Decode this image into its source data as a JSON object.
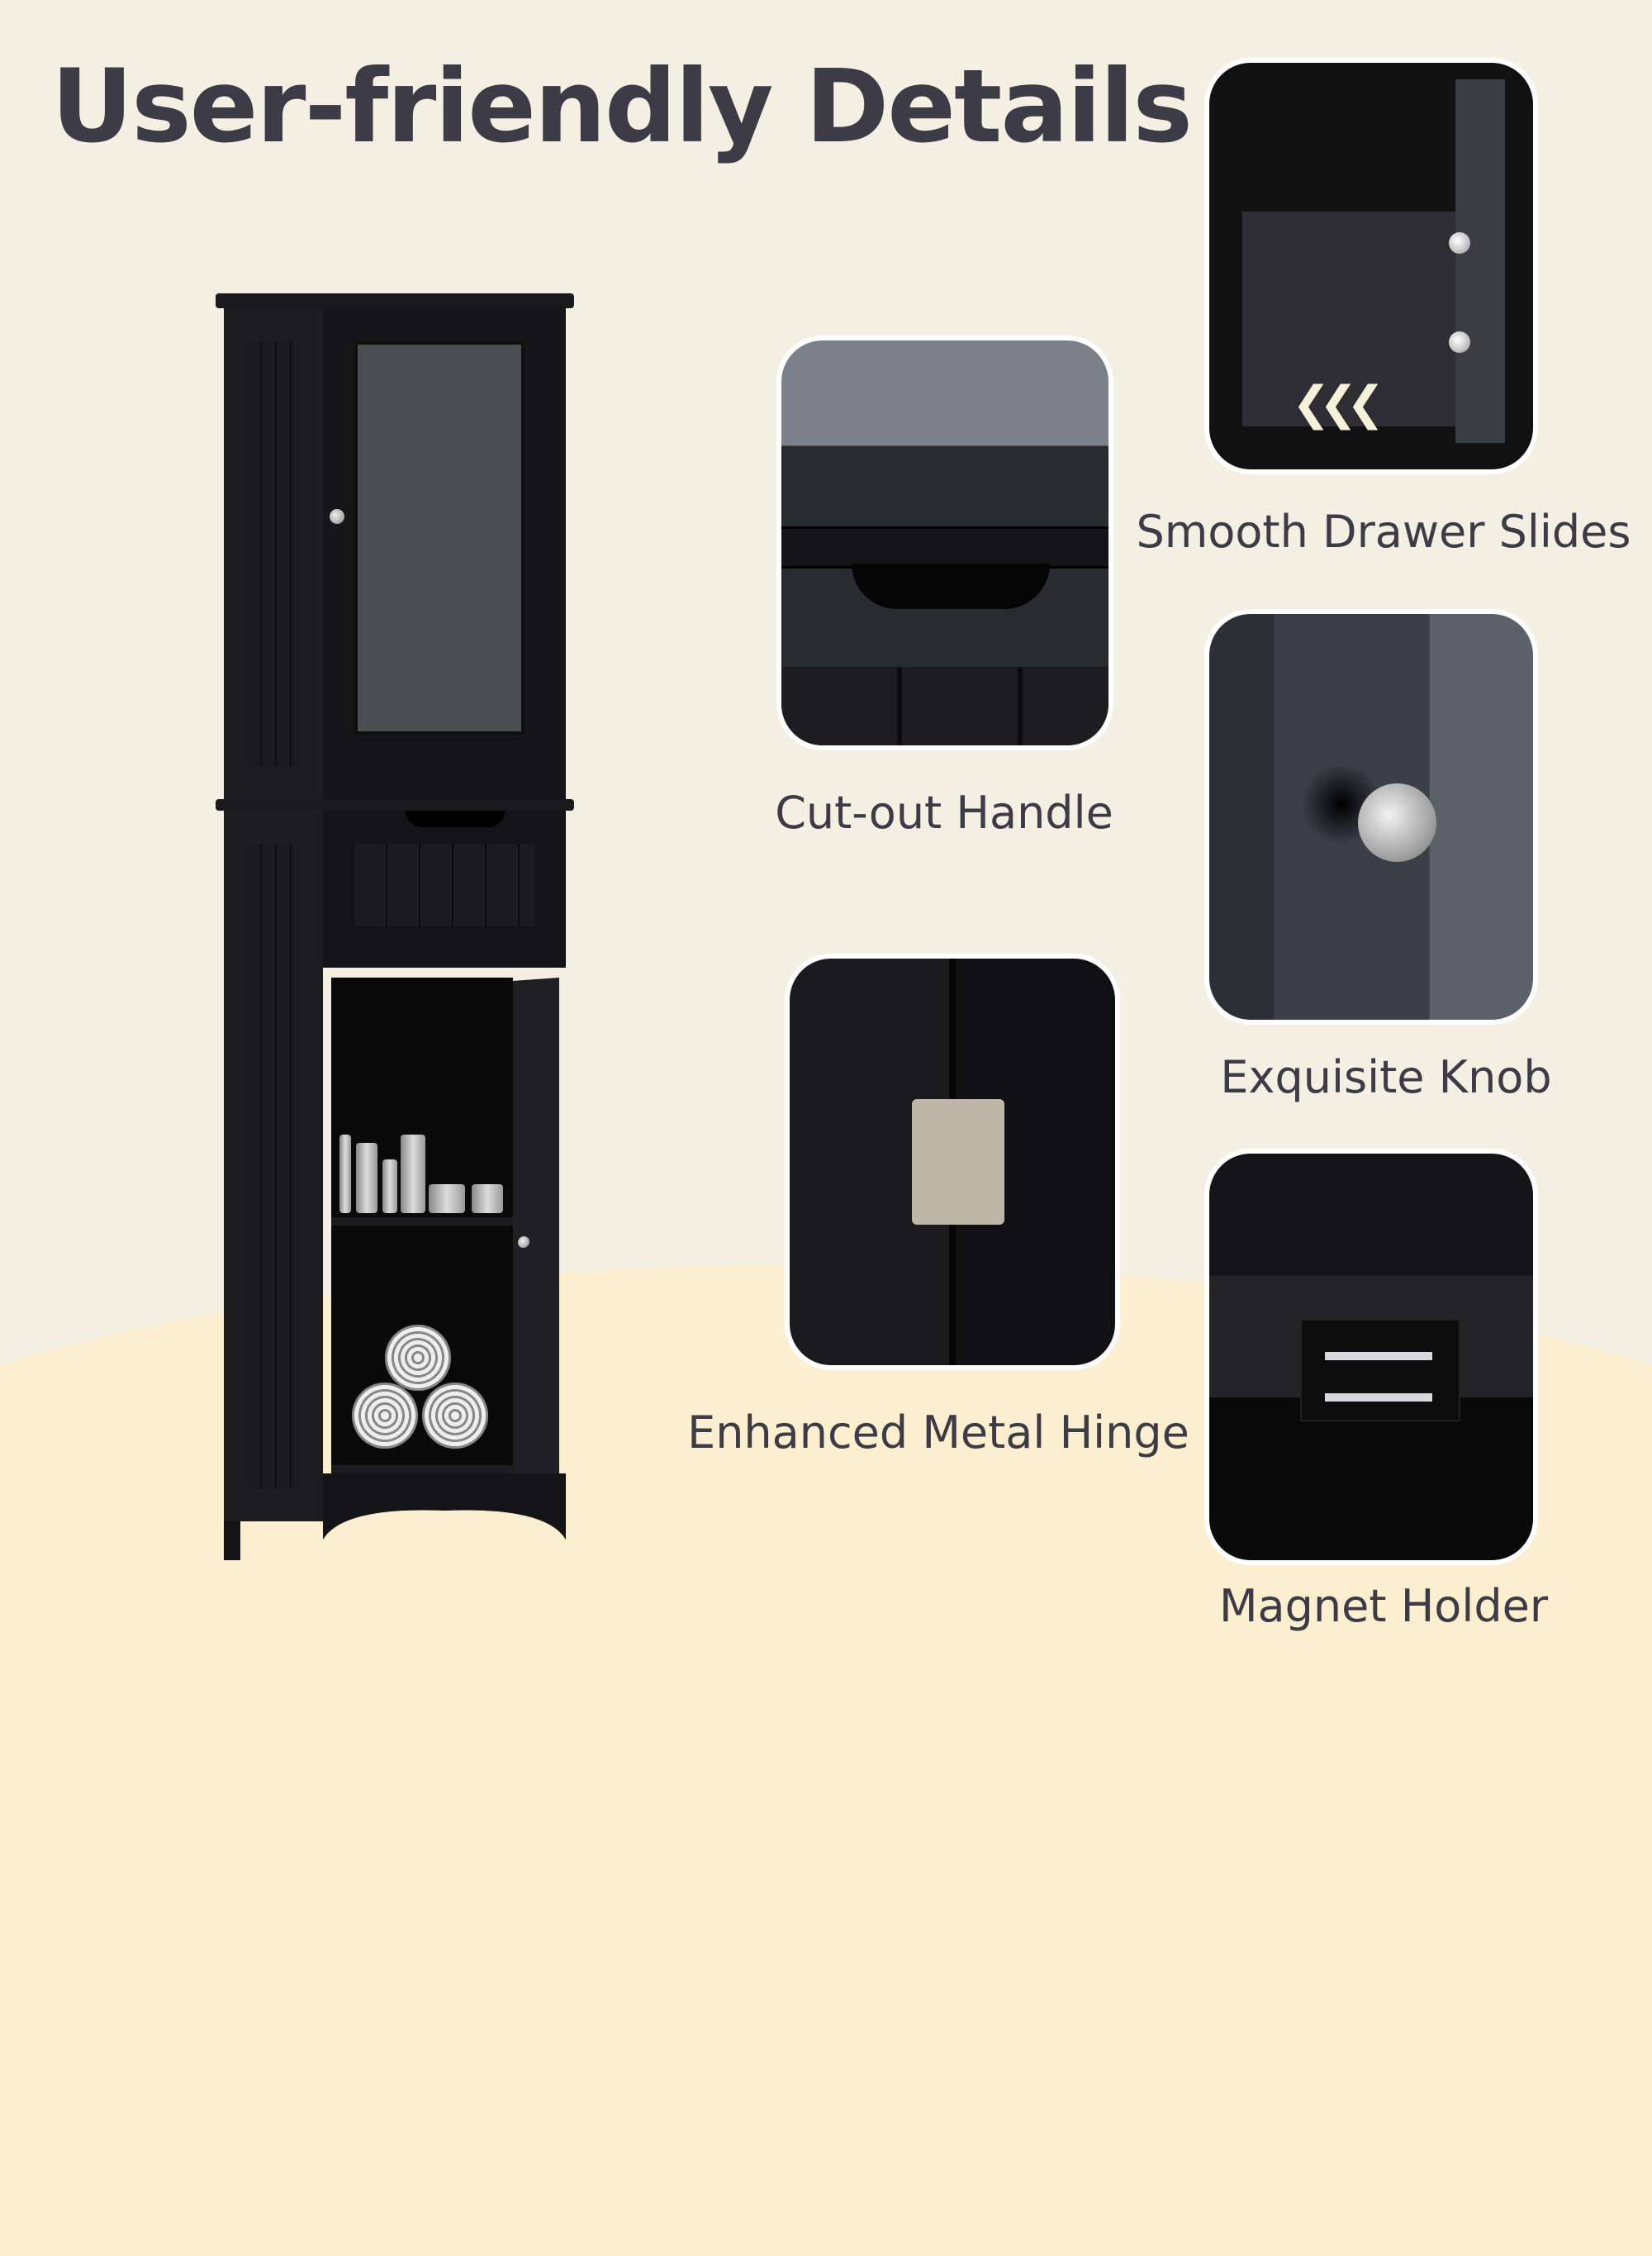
{
  "page": {
    "title": "User-friendly Details",
    "colors": {
      "background": "#f3efe3",
      "wave": "#fcefd0",
      "text": "#3c3b46",
      "panel_border": "#ffffff",
      "cabinet": "#161618"
    }
  },
  "product": {
    "name": "tall black bathroom cabinet",
    "features": [
      "frosted glass door",
      "drawer with cut-out handle",
      "open-door lower cabinet with adjustable shelf"
    ]
  },
  "features": [
    {
      "id": "drawer-slides",
      "label": "Smooth Drawer Slides",
      "icon": "arrows-left-icon"
    },
    {
      "id": "cutout-handle",
      "label": "Cut-out Handle"
    },
    {
      "id": "knob",
      "label": "Exquisite Knob"
    },
    {
      "id": "hinge",
      "label": "Enhanced Metal Hinge"
    },
    {
      "id": "magnet",
      "label": "Magnet Holder"
    }
  ],
  "arrows_glyph": "❮❮❮"
}
